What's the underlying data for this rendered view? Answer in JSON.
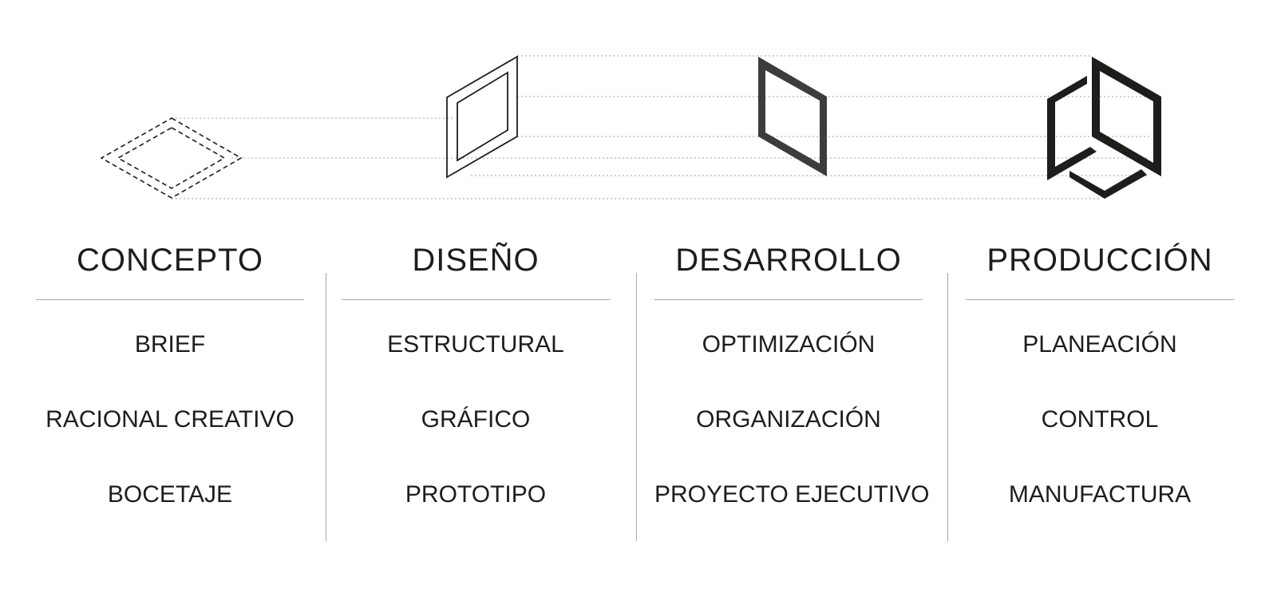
{
  "stages": [
    {
      "title": "CONCEPTO",
      "items": [
        "BRIEF",
        "RACIONAL CREATIVO",
        "BOCETAJE"
      ],
      "icon": "dashed-rhombus-icon"
    },
    {
      "title": "DISEÑO",
      "items": [
        "ESTRUCTURAL",
        "GRÁFICO",
        "PROTOTIPO"
      ],
      "icon": "outlined-parallelogram-icon"
    },
    {
      "title": "DESARROLLO",
      "items": [
        "OPTIMIZACIÓN",
        "ORGANIZACIÓN",
        "PROYECTO EJECUTIVO"
      ],
      "icon": "solid-parallelogram-icon"
    },
    {
      "title": "PRODUCCIÓN",
      "items": [
        "PLANEACIÓN",
        "CONTROL",
        "MANUFACTURA"
      ],
      "icon": "cube-icon"
    }
  ],
  "colors": {
    "text": "#1d1d1b",
    "rule": "#a7a7a7",
    "guide": "#b5b5b5",
    "icon_dark": "#1d1d1b",
    "icon_mid": "#3c3c3c"
  }
}
